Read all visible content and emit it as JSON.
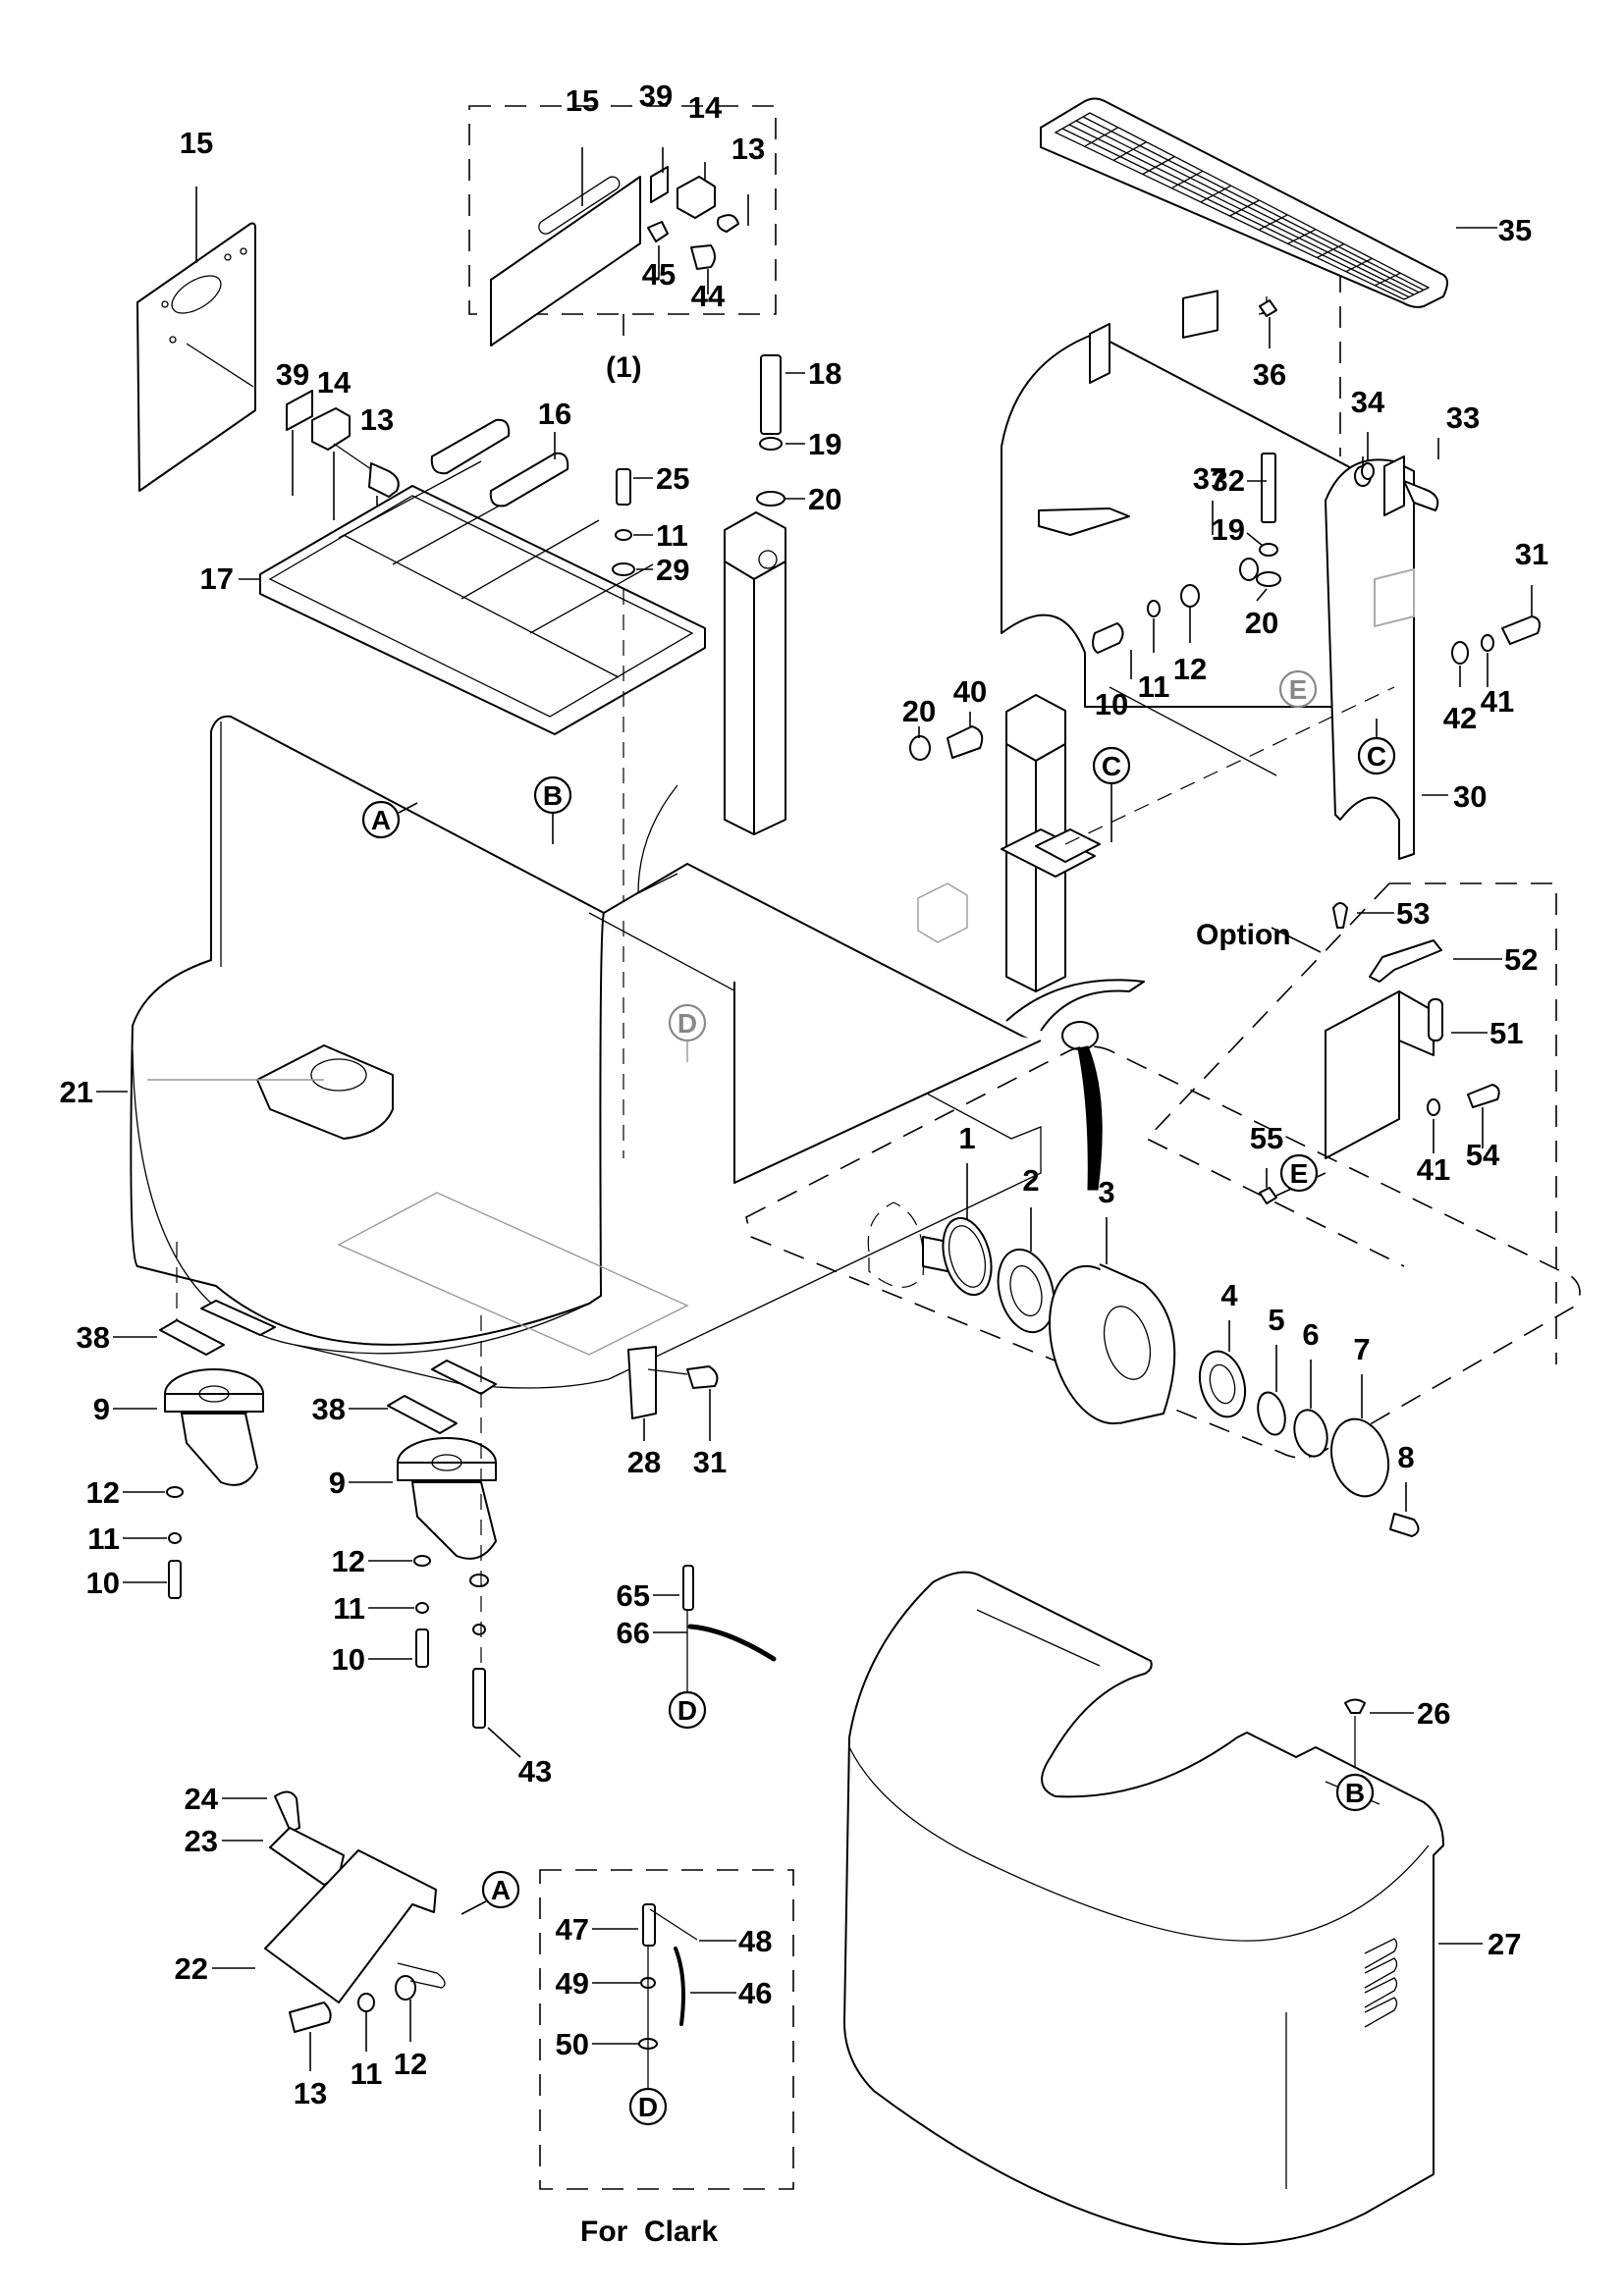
{
  "diagram": {
    "type": "exploded-parts-view",
    "subject": "pallet truck chassis, drive wheel, casters and covers",
    "callouts": {
      "c1": "1",
      "c2": "2",
      "c3": "3",
      "c4": "4",
      "c5": "5",
      "c6": "6",
      "c7": "7",
      "c8": "8",
      "c9a": "9",
      "c9b": "9",
      "c10a": "10",
      "c10b": "10",
      "c10c": "10",
      "c11a": "11",
      "c11b": "11",
      "c11c": "11",
      "c11d": "11",
      "c11e": "11",
      "c12a": "12",
      "c12b": "12",
      "c12c": "12",
      "c12d": "12",
      "c13a": "13",
      "c13b": "13",
      "c13c": "13",
      "c14a": "14",
      "c14b": "14",
      "c15a": "15",
      "c15b": "15",
      "c16": "16",
      "c17": "17",
      "c18": "18",
      "c19a": "19",
      "c19b": "19",
      "c20a": "20",
      "c20b": "20",
      "c20c": "20",
      "c21": "21",
      "c22": "22",
      "c23": "23",
      "c24": "24",
      "c25": "25",
      "c26": "26",
      "c27": "27",
      "c28": "28",
      "c29": "29",
      "c30": "30",
      "c31a": "31",
      "c31b": "31",
      "c32": "32",
      "c33": "33",
      "c34": "34",
      "c35": "35",
      "c36": "36",
      "c37": "37",
      "c38a": "38",
      "c38b": "38",
      "c39a": "39",
      "c39b": "39",
      "c40": "40",
      "c41a": "41",
      "c41b": "41",
      "c42": "42",
      "c43": "43",
      "c44": "44",
      "c45": "45",
      "c46": "46",
      "c47": "47",
      "c48": "48",
      "c49": "49",
      "c50": "50",
      "c51": "51",
      "c52": "52",
      "c53": "53",
      "c54": "54",
      "c55": "55",
      "c65": "65",
      "c66": "66"
    },
    "reference_markers": {
      "A1": "A",
      "A2": "A",
      "B1": "B",
      "B2": "B",
      "C1": "C",
      "C2": "C",
      "D1": "D",
      "D2": "D",
      "D3": "D",
      "E1": "E",
      "E2": "E"
    },
    "group_labels": {
      "kit": "(1)",
      "option": "Option",
      "for_clark": "For  Clark"
    }
  }
}
